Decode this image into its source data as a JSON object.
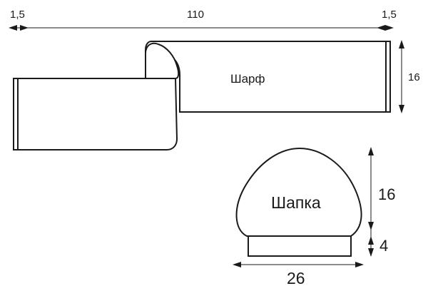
{
  "scarf": {
    "label": "Шарф",
    "width": "110",
    "edge_left": "1,5",
    "edge_right": "1,5",
    "height": "16"
  },
  "hat": {
    "label": "Шапка",
    "crown_height": "16",
    "band_height": "4",
    "width": "26"
  }
}
